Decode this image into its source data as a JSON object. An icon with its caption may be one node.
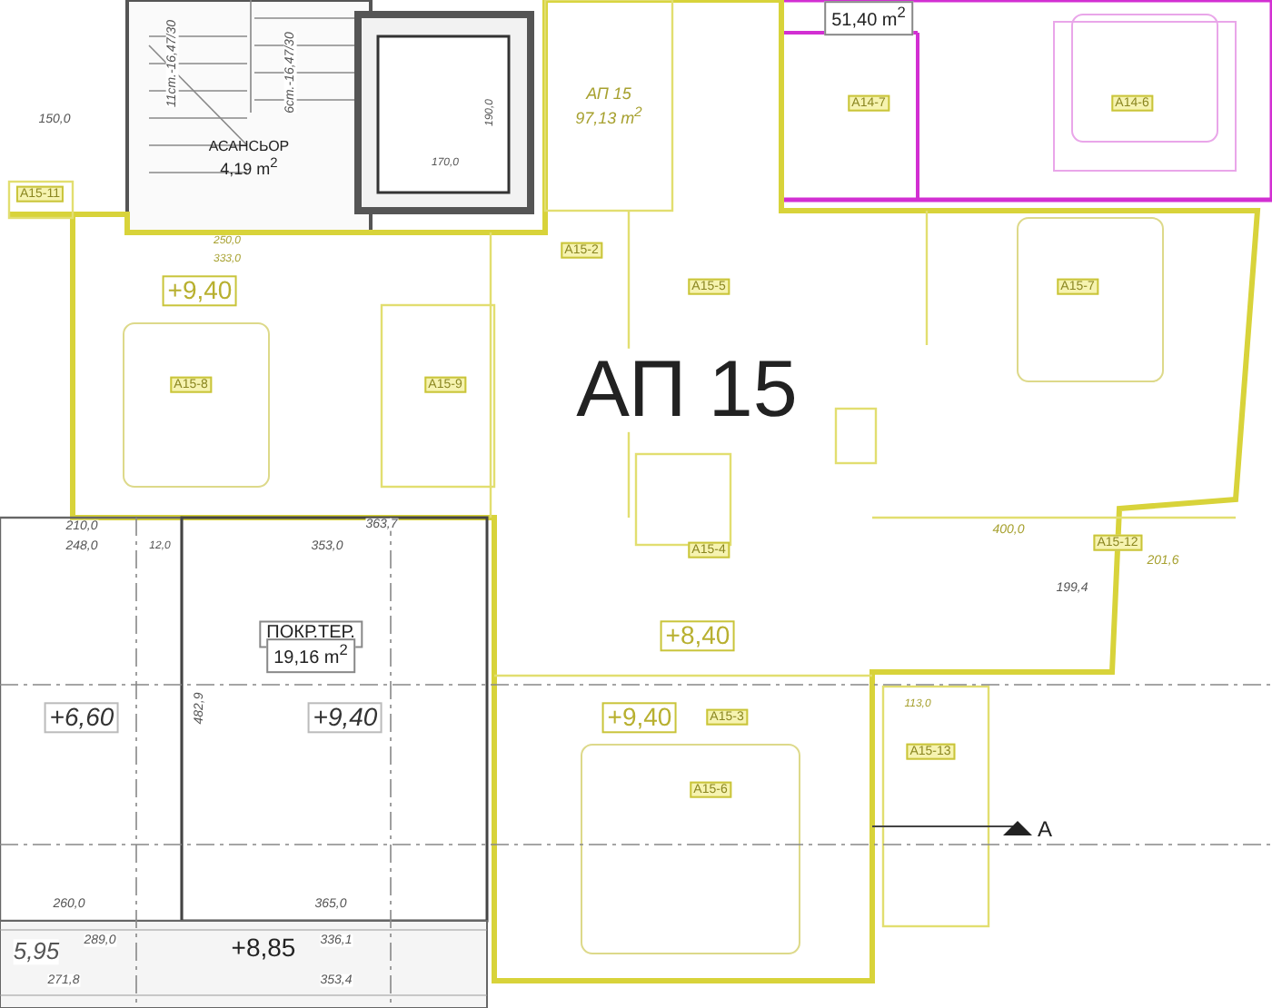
{
  "diagram": {
    "labels": [
      "51,40 m$^{2}$",
      "11ст.-16,47/30",
      "6ст.-16,47/30",
      "АСАНСЬОР",
      "4,19 m$^{2}$",
      "190,0",
      "170,0",
      "АП 15",
      "97,13 m$^{2}$",
      "А14-7",
      "А14-6",
      "150,0",
      "А15-11",
      "250,0",
      "333,0",
      "А15-2",
      "+9,40",
      "А15-5",
      "А15-7",
      "А15-8",
      "А15-9",
      "АП 15",
      "210,0",
      "248,0",
      "12,0",
      "353,0",
      "363,7",
      "А15-4",
      "400,0",
      "А15-12",
      "201,6",
      "199,4",
      "ПОКР.ТЕР.",
      "19,16 m$^{2}$",
      "+8,40",
      "482,9",
      "+6,60",
      "+9,40",
      "+9,40",
      "А15-3",
      "113,0",
      "А15-13",
      "А15-6",
      "A",
      "260,0",
      "365,0",
      "5,95",
      "289,0",
      "+8,85",
      "336,1",
      "271,8",
      "353,4"
    ]
  }
}
